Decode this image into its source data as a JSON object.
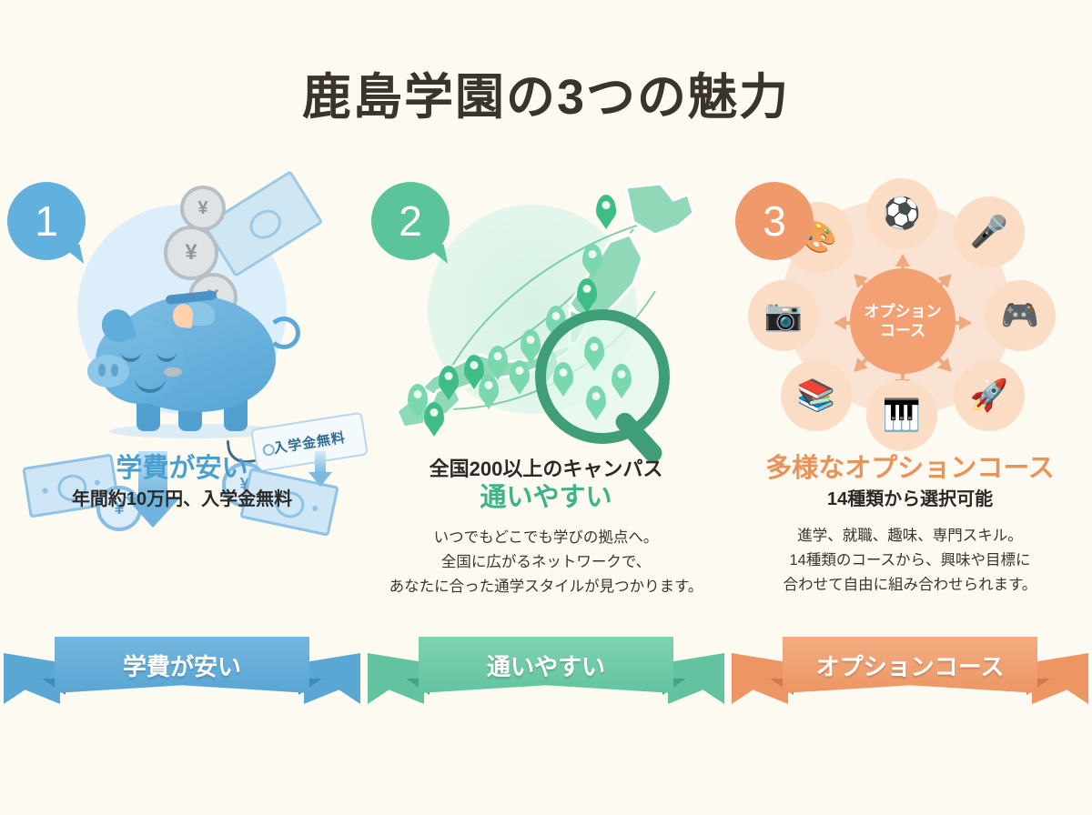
{
  "page": {
    "title": "鹿島学園の3つの魅力",
    "background_color": "#fdfaf2"
  },
  "columns": [
    {
      "badge": "1",
      "accent_color": "#4a9fd0",
      "heading_main": "学費が安い",
      "heading_sub": "年間約10万円、入学金無料",
      "illustration": {
        "name": "piggy-bank-with-yen-coins",
        "tag_label": "入学金無料",
        "coin_symbol": "¥"
      },
      "ribbon_label": "学費が安い"
    },
    {
      "badge": "2",
      "accent_color": "#3cb488",
      "heading_top": "全国200以上のキャンパス",
      "heading_main": "通いやすい",
      "body_lines": [
        "いつでもどこでも学びの拠点へ。",
        "全国に広がるネットワークで、",
        "あなたに合った通学スタイルが見つかります。"
      ],
      "illustration": {
        "name": "japan-map-with-location-pins-and-magnifier",
        "pin_count": 16
      },
      "ribbon_label": "通いやすい"
    },
    {
      "badge": "3",
      "accent_color": "#e9925a",
      "heading_main": "多様なオプションコース",
      "heading_sub": "14種類から選択可能",
      "body_lines": [
        "進学、就職、趣味、専門スキル。",
        "14種類のコースから、興味や目標に",
        "合わせて自由に組み合わせられます。"
      ],
      "illustration": {
        "name": "option-course-icon-wheel",
        "hub_line1": "オプション",
        "hub_line2": "コース",
        "icons": [
          {
            "name": "art-palette-icon",
            "glyph": "🎨"
          },
          {
            "name": "sports-ball-icon",
            "glyph": "⚽"
          },
          {
            "name": "music-microphone-robot-icon",
            "glyph": "🎤"
          },
          {
            "name": "game-controller-icon",
            "glyph": "🎮"
          },
          {
            "name": "rocket-icon",
            "glyph": "🚀"
          },
          {
            "name": "piano-keyboard-icon",
            "glyph": "🎹"
          },
          {
            "name": "books-cooking-icon",
            "glyph": "📚"
          },
          {
            "name": "camera-icon",
            "glyph": "📷"
          }
        ]
      },
      "ribbon_label": "オプションコース"
    }
  ]
}
